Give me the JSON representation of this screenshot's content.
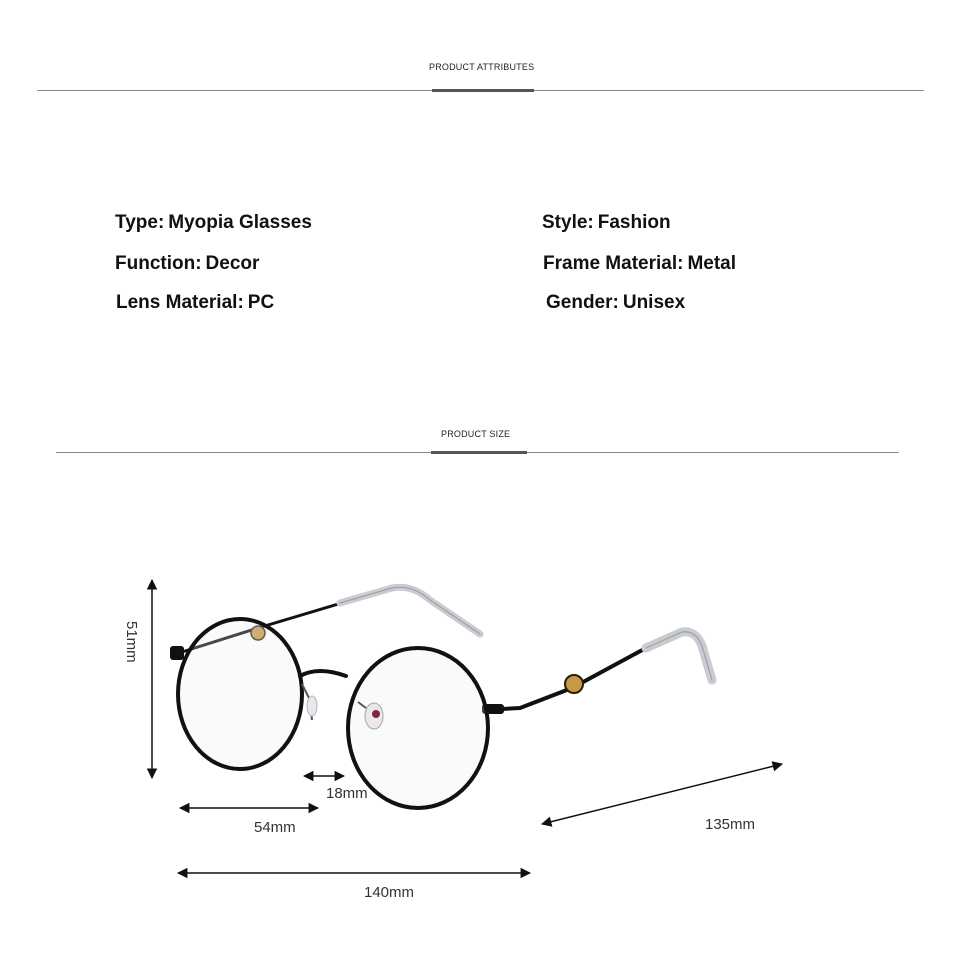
{
  "sections": {
    "attributes_title": "PRODUCT ATTRIBUTES",
    "size_title": "PRODUCT SIZE"
  },
  "attributes": [
    {
      "label": "Type",
      "value": "Myopia Glasses"
    },
    {
      "label": "Style",
      "value": "Fashion"
    },
    {
      "label": "Function",
      "value": "Decor"
    },
    {
      "label": "Frame Material",
      "value": "Metal"
    },
    {
      "label": "Lens Material",
      "value": "PC"
    },
    {
      "label": "Gender",
      "value": "Unisex"
    }
  ],
  "dimensions": {
    "height": "51mm",
    "bridge": "18mm",
    "lens_width": "54mm",
    "temple_length": "135mm",
    "frame_width": "140mm"
  },
  "colors": {
    "frame": "#111111",
    "temple_tip": "#c9ccd0",
    "accent_rule": "#555555",
    "rule": "#8a8a8a"
  }
}
